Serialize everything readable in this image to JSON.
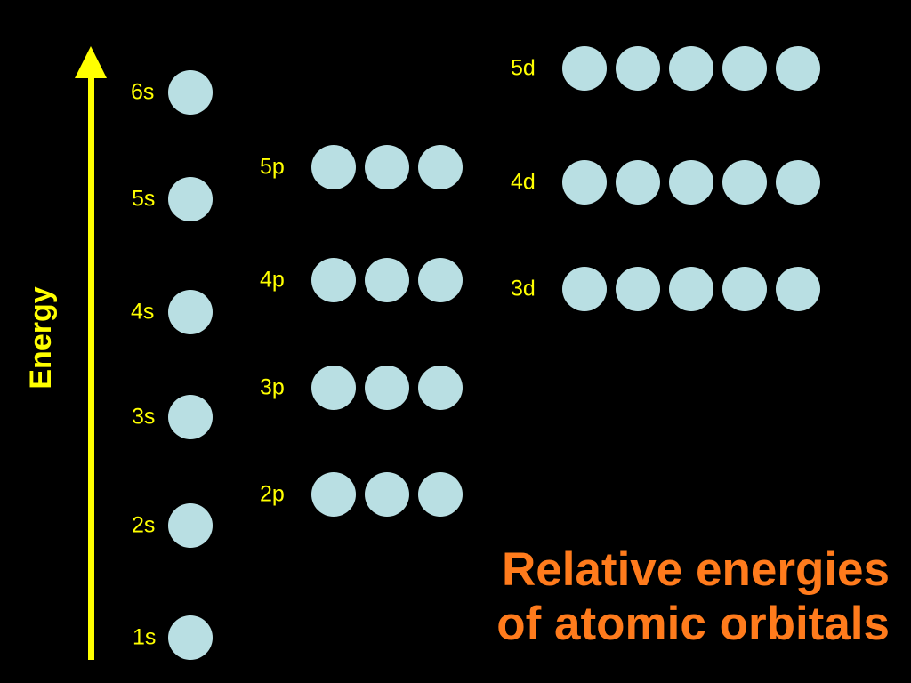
{
  "axis": {
    "label": "Energy"
  },
  "orbitals": {
    "s": [
      "1s",
      "2s",
      "3s",
      "4s",
      "5s",
      "6s"
    ],
    "p": [
      "2p",
      "3p",
      "4p",
      "5p"
    ],
    "d": [
      "3d",
      "4d",
      "5d"
    ]
  },
  "colors": {
    "background": "#000000",
    "axis": "#ffff00",
    "labels": "#ffff00",
    "orbital_fill": "#b9dfe3",
    "title": "#ff7b1c"
  },
  "title": {
    "line1": "Relative energies",
    "line2": "of atomic orbitals"
  }
}
